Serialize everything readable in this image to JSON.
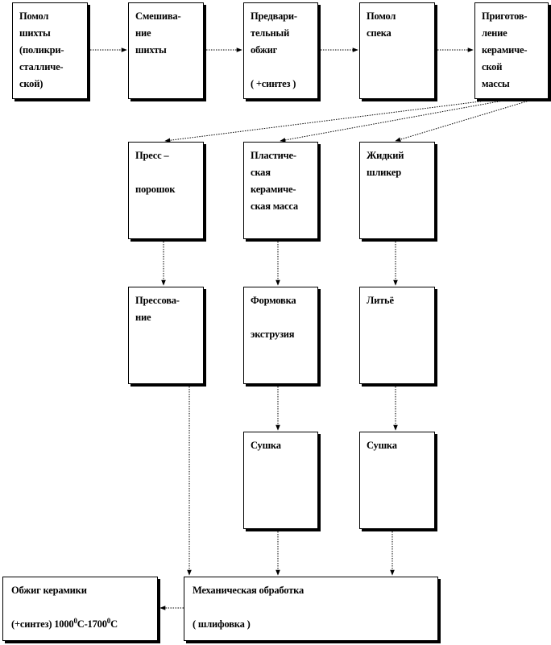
{
  "boxes": {
    "r1c1": "Помол\nшихты\n(поликри-\nсталличе-\nской)",
    "r1c2": "Смешива-\nние\nшихты",
    "r1c3": "Предвари-\nтельный\nобжиг\n\n( +синтез )",
    "r1c4": "Помол\nспека",
    "r1c5": "Приготов-\nление\nкерамиче-\nской\nмассы",
    "r2c1": "Пресс –\n\nпорошок",
    "r2c2": "Пластиче-\nская\nкерамиче-\nская масса",
    "r2c3": "Жидкий\nшликер",
    "r3c1": "Прессова-\nние",
    "r3c2": "Формовка\n\nэкструзия",
    "r3c3": "Литьё",
    "r4c2": "Сушка",
    "r4c3": "Сушка",
    "firing_line1": "Обжиг керамики",
    "firing_line2_a": "(+синтез) 1000",
    "firing_sup1": "0",
    "firing_line2_b": "С-1700",
    "firing_sup2": "0",
    "firing_line2_c": "С",
    "mech_line1": "Механическая  обработка",
    "mech_line2": "( шлифовка  )"
  },
  "line_color": "#000000"
}
